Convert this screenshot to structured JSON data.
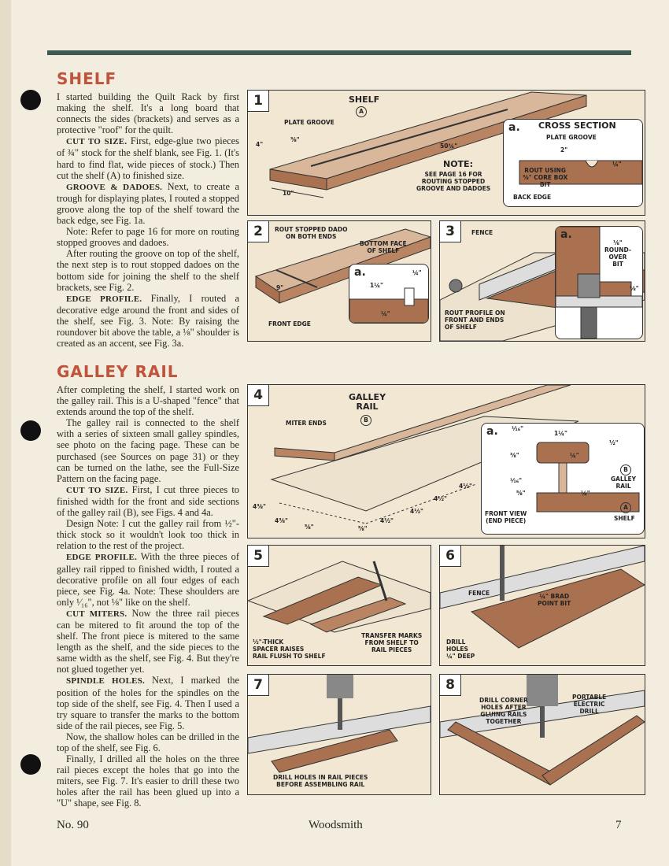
{
  "sections": {
    "shelf_heading": "SHELF",
    "galley_heading": "GALLEY RAIL"
  },
  "shelf_text": {
    "p1": "I started building the Quilt Rack by first making the shelf. It's a long board that connects the sides (brackets) and serves as a protective \"roof\" for the quilt.",
    "p2_lead": "CUT TO SIZE.",
    "p2": " First, edge-glue two pieces of ¾\" stock for the shelf blank, see Fig. 1. (It's hard to find flat, wide pieces of stock.) Then cut the shelf (A) to finished size.",
    "p3_lead": "GROOVE & DADOES.",
    "p3": " Next, to create a trough for displaying plates, I routed a stopped groove along the top of the shelf toward the back edge, see Fig. 1a.",
    "p4": "Note: Refer to page 16 for more on routing stopped grooves and dadoes.",
    "p5": "After routing the groove on top of the shelf, the next step is to rout stopped dadoes on the bottom side for joining the shelf to the shelf brackets, see Fig. 2.",
    "p6_lead": "EDGE PROFILE.",
    "p6": " Finally, I routed a decorative edge around the front and sides of the shelf, see Fig. 3. Note: By raising the roundover bit above the table, a ⅛\" shoulder is created as an accent, see Fig. 3a."
  },
  "galley_text": {
    "p1": "After completing the shelf, I started work on the galley rail. This is a U-shaped \"fence\" that extends around the top of the shelf.",
    "p2": "The galley rail is connected to the shelf with a series of sixteen small galley spindles, see photo on the facing page. These can be purchased (see Sources on page 31) or they can be turned on the lathe, see the Full-Size Pattern on the facing page.",
    "p3_lead": "CUT TO SIZE.",
    "p3": " First, I cut three pieces to finished width for the front and side sections of the galley rail (B), see Figs. 4 and 4a.",
    "p4": "Design Note: I cut the galley rail from ½\"-thick stock so it wouldn't look too thick in relation to the rest of the project.",
    "p5_lead": "EDGE PROFILE.",
    "p5": " With the three pieces of galley rail ripped to finished width, I routed a decorative profile on all four edges of each piece, see Fig. 4a. Note: These shoulders are only ¹⁄₁₆\", not ⅛\" like on the shelf.",
    "p6_lead": "CUT MITERS.",
    "p6": " Now the three rail pieces can be mitered to fit around the top of the shelf. The front piece is mitered to the same length as the shelf, and the side pieces to the same width as the shelf, see Fig. 4. But they're not glued together yet.",
    "p7_lead": "SPINDLE HOLES.",
    "p7": " Next, I marked the position of the holes for the spindles on the top side of the shelf, see Fig. 4. Then I used a try square to transfer the marks to the bottom side of the rail pieces, see Fig. 5.",
    "p8": "Now, the shallow holes can be drilled in the top of the shelf, see Fig. 6.",
    "p9": "Finally, I drilled all the holes on the three rail pieces except the holes that go into the miters, see Fig. 7. It's easier to drill these two holes after the rail has been glued up into a \"U\" shape, see Fig. 8."
  },
  "fig1": {
    "num": "1",
    "shelf": "SHELF",
    "a_marker": "A",
    "plate_groove": "PLATE GROOVE",
    "dim_4": "4\"",
    "dim_38": "⅜\"",
    "dim_10": "10\"",
    "dim_length": "50¾\"",
    "note_title": "NOTE:",
    "note_body": "SEE PAGE 16 FOR\nROUTING STOPPED\nGROOVE AND DADOES",
    "inset_letter": "a.",
    "inset_title": "CROSS SECTION",
    "inset_plate_groove": "PLATE GROOVE",
    "inset_dim_2": "2\"",
    "inset_dim_14": "¼\"",
    "inset_rout": "ROUT USING\n⅜\" CORE BOX\nBIT",
    "inset_back_edge": "BACK EDGE"
  },
  "fig2": {
    "num": "2",
    "rout": "ROUT STOPPED DADO\nON BOTH ENDS",
    "bottom_face": "BOTTOM FACE\nOF SHELF",
    "dim_9": "9\"",
    "front_edge": "FRONT EDGE",
    "inset_letter": "a.",
    "inset_dim_114": "1¼\"",
    "inset_dim_14a": "¼\"",
    "inset_dim_14b": "¼\""
  },
  "fig3": {
    "num": "3",
    "fence": "FENCE",
    "rout_profile": "ROUT PROFILE ON\nFRONT AND ENDS\nOF SHELF",
    "inset_letter": "a.",
    "roundover": "⅛\"\nROUND-\nOVER\nBIT",
    "dim_18": "⅛\""
  },
  "fig4": {
    "num": "4",
    "galley_rail": "GALLEY\nRAIL",
    "b_marker": "B",
    "miter_ends": "MITER ENDS",
    "dim_438a": "4⅜\"",
    "dim_438b": "4⅜\"",
    "dim_58a": "⅝\"",
    "dim_58b": "⅝\"",
    "dim_412a": "4½\"",
    "dim_412b": "4½\"",
    "dim_412c": "4½\"",
    "dim_412d": "4½\"",
    "inset_letter": "a.",
    "inset_116a": "¹⁄₁₆\"",
    "inset_114": "1¼\"",
    "inset_12": "½\"",
    "inset_38": "⅜\"",
    "inset_14a": "¼\"",
    "inset_116b": "¹⁄₁₆\"",
    "inset_58": "⅝\"",
    "inset_14b": "¼\"",
    "inset_b": "B",
    "inset_galley_rail": "GALLEY\nRAIL",
    "inset_a": "A",
    "inset_shelf": "SHELF",
    "front_view": "FRONT VIEW\n(END PIECE)"
  },
  "fig5": {
    "num": "5",
    "spacer": "½\"-THICK\nSPACER RAISES\nRAIL FLUSH TO SHELF",
    "transfer": "TRANSFER MARKS\nFROM SHELF TO\nRAIL PIECES"
  },
  "fig6": {
    "num": "6",
    "fence": "FENCE",
    "brad": "¼\" BRAD\nPOINT BIT",
    "drill": "DRILL\nHOLES\n¼\" DEEP"
  },
  "fig7": {
    "num": "7",
    "drill": "DRILL HOLES IN RAIL PIECES\nBEFORE ASSEMBLING RAIL"
  },
  "fig8": {
    "num": "8",
    "corner": "DRILL CORNER\nHOLES AFTER\nGLUING RAILS\nTOGETHER",
    "portable": "PORTABLE\nELECTRIC\nDRILL"
  },
  "footer": {
    "issue": "No. 90",
    "magazine": "Woodsmith",
    "page": "7"
  },
  "colors": {
    "heading": "#c0533b",
    "rule": "#3f5a50",
    "wood": "#a9714f",
    "wood_light": "#d9b79a"
  }
}
